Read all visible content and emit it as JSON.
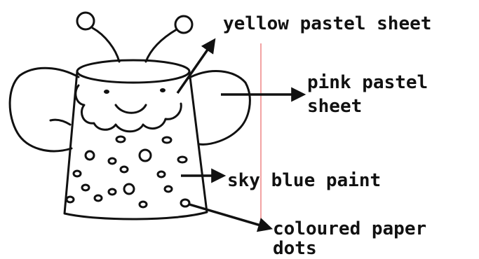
{
  "labels": {
    "yellow_pastel_sheet": "yellow pastel sheet",
    "pink_pastel_sheet_line1": "pink pastel",
    "pink_pastel_sheet_line2": "sheet",
    "sky_blue_paint": "sky blue paint",
    "coloured_paper_dots_line1": "coloured paper",
    "coloured_paper_dots_line2": "dots"
  },
  "colors": {
    "ink": "#111111",
    "background": "#ffffff",
    "margin_line": "#f2a3a3"
  }
}
